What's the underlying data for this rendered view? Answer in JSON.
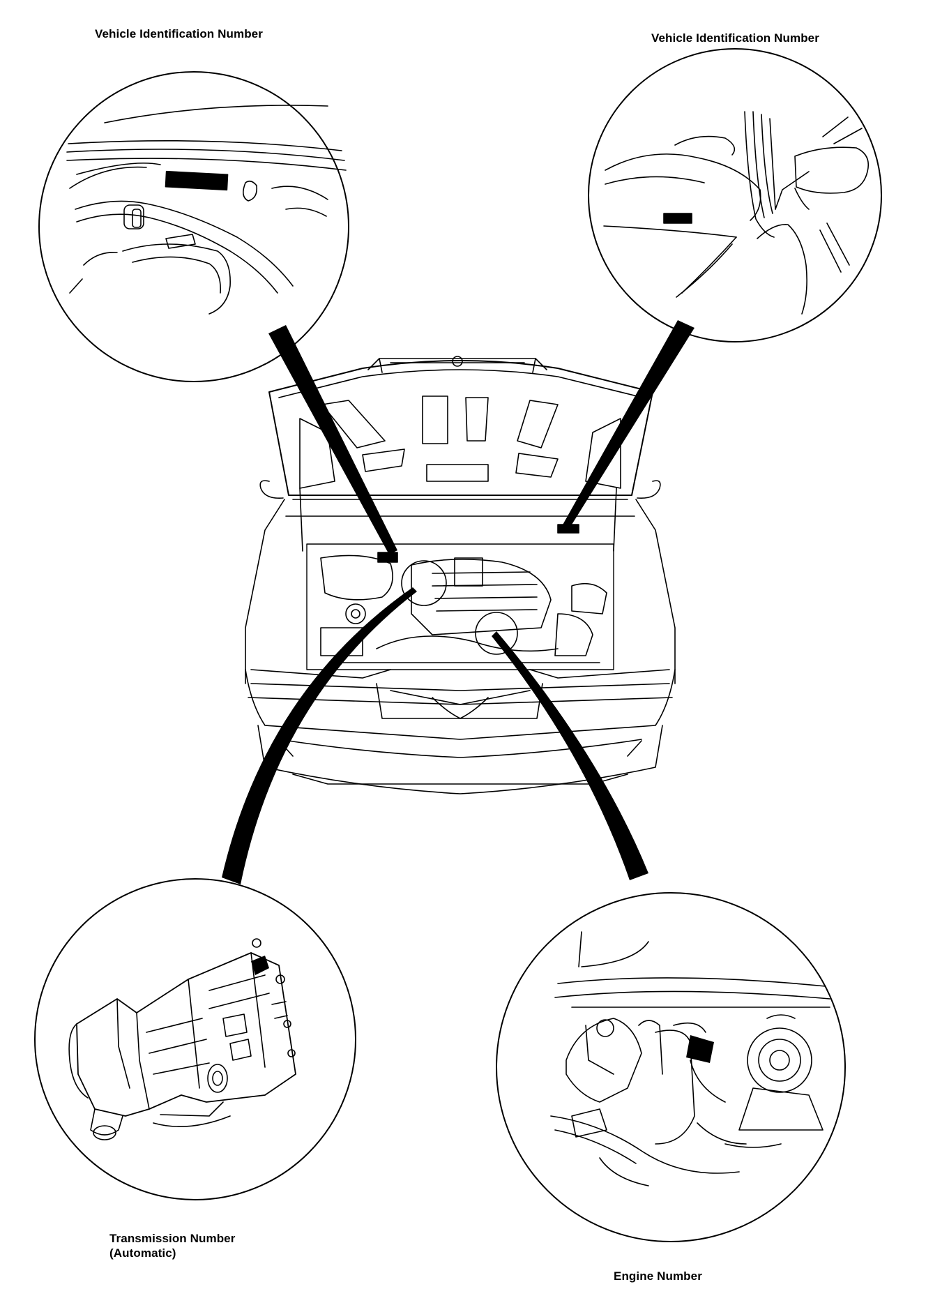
{
  "labels": {
    "vin_left": "Vehicle Identification Number",
    "vin_right": "Vehicle Identification Number",
    "transmission_line1": "Transmission Number",
    "transmission_line2": "(Automatic)",
    "engine": "Engine Number"
  },
  "colors": {
    "ink": "#000000",
    "paper": "#ffffff"
  }
}
